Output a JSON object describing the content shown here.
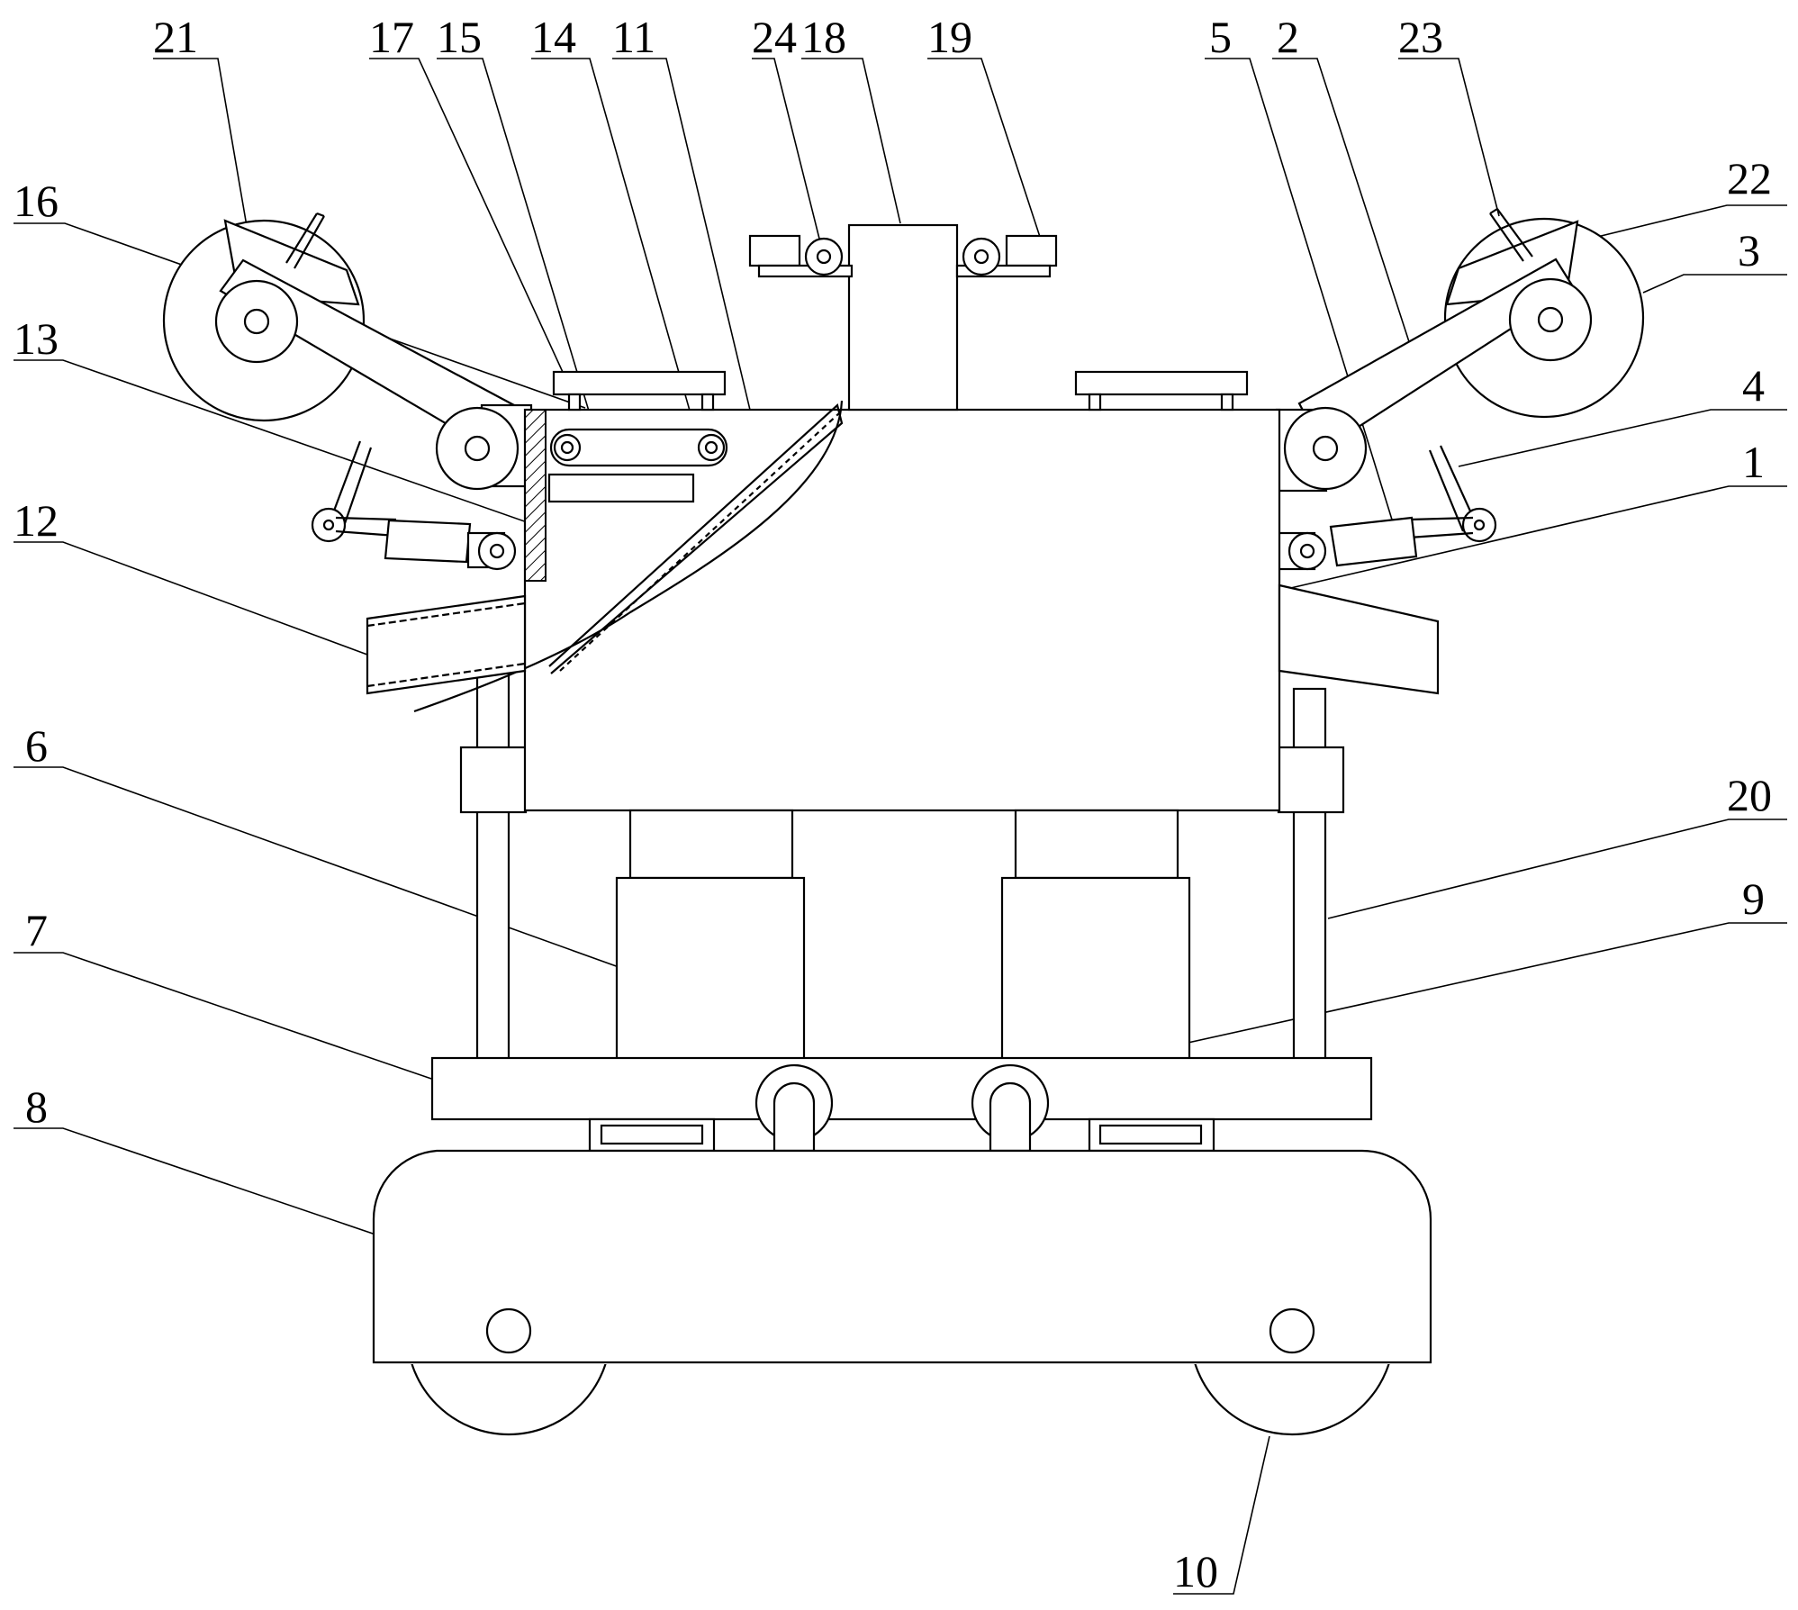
{
  "figure": {
    "labels": [
      {
        "id": "label-21",
        "text": "21"
      },
      {
        "id": "label-17",
        "text": "17"
      },
      {
        "id": "label-15",
        "text": "15"
      },
      {
        "id": "label-14",
        "text": "14"
      },
      {
        "id": "label-11",
        "text": "11"
      },
      {
        "id": "label-24",
        "text": "24"
      },
      {
        "id": "label-18",
        "text": "18"
      },
      {
        "id": "label-19",
        "text": "19"
      },
      {
        "id": "label-5",
        "text": "5"
      },
      {
        "id": "label-2",
        "text": "2"
      },
      {
        "id": "label-23",
        "text": "23"
      },
      {
        "id": "label-16",
        "text": "16"
      },
      {
        "id": "label-22",
        "text": "22"
      },
      {
        "id": "label-3",
        "text": "3"
      },
      {
        "id": "label-13",
        "text": "13"
      },
      {
        "id": "label-4",
        "text": "4"
      },
      {
        "id": "label-1",
        "text": "1"
      },
      {
        "id": "label-12",
        "text": "12"
      },
      {
        "id": "label-6",
        "text": "6"
      },
      {
        "id": "label-20",
        "text": "20"
      },
      {
        "id": "label-7",
        "text": "7"
      },
      {
        "id": "label-9",
        "text": "9"
      },
      {
        "id": "label-8",
        "text": "8"
      },
      {
        "id": "label-10",
        "text": "10"
      }
    ]
  }
}
